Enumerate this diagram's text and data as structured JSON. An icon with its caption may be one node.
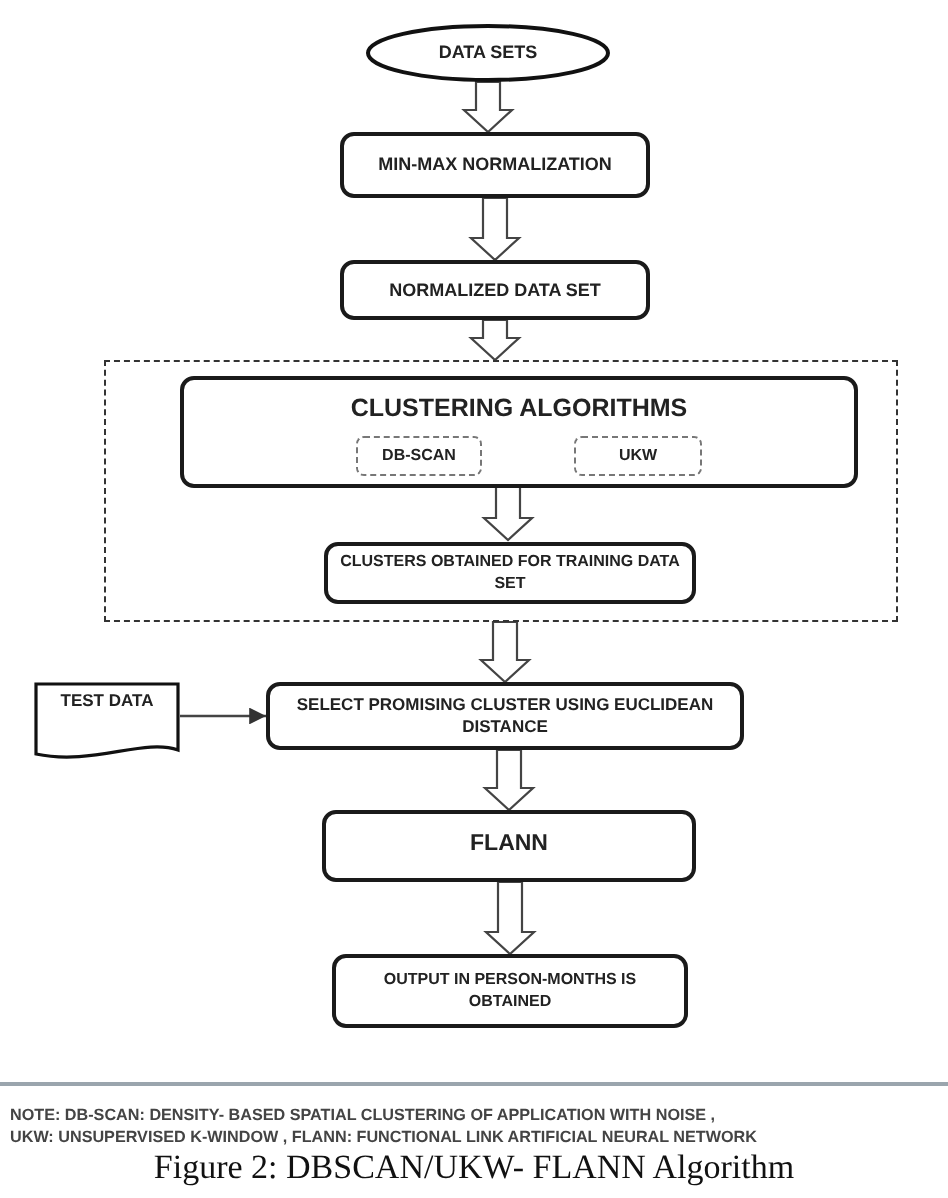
{
  "diagram": {
    "caption": "Figure 2: DBSCAN/UKW- FLANN Algorithm",
    "nodes": [
      {
        "text": [
          "DATA SETS"
        ]
      },
      {
        "text": [
          "MIN-MAX NORMALIZATION"
        ]
      },
      {
        "text": [
          "NORMALIZED DATA SET"
        ]
      },
      {
        "text": [],
        "shape": "box"
      },
      {
        "text": [
          "CLUSTERING ALGORITHMS"
        ],
        "in": 3
      },
      {
        "text": [
          "DB-SCAN"
        ],
        "in": 4
      },
      {
        "text": [
          "UKW"
        ],
        "in": 4
      },
      {
        "text": [
          "CLUSTERS OBTAINED FOR TRAINING DATA SET"
        ],
        "in": 3
      },
      {
        "text": [
          "TEST DATA"
        ]
      },
      {
        "text": [
          "SELECT PROMISING  CLUSTER USING EUCLIDEAN DISTANCE"
        ]
      },
      {
        "text": [
          "FLANN"
        ]
      },
      {
        "text": [
          "OUTPUT IN PERSON-MONTHS IS OBTAINED"
        ]
      }
    ],
    "edges": [
      {
        "from": 0,
        "to": 1,
        "arrow": "to"
      },
      {
        "from": 1,
        "to": 2,
        "arrow": "to"
      },
      {
        "from": 2,
        "to": 3,
        "arrow": "to"
      },
      {
        "from": 4,
        "to": 7,
        "arrow": "to"
      },
      {
        "from": 3,
        "to": 9,
        "arrow": "to"
      },
      {
        "from": 8,
        "to": 9,
        "arrow": "to"
      },
      {
        "from": 9,
        "to": 10,
        "arrow": "to"
      },
      {
        "from": 10,
        "to": 11,
        "arrow": "to"
      }
    ],
    "labels": [
      "NOTE:  DB-SCAN: DENSITY- BASED SPATIAL CLUSTERING OF APPLICATION WITH NOISE , UKW: UNSUPERVISED K-WINDOW , FLANN: FUNCTIONAL LINK ARTIFICIAL NEURAL NETWORK"
    ]
  }
}
